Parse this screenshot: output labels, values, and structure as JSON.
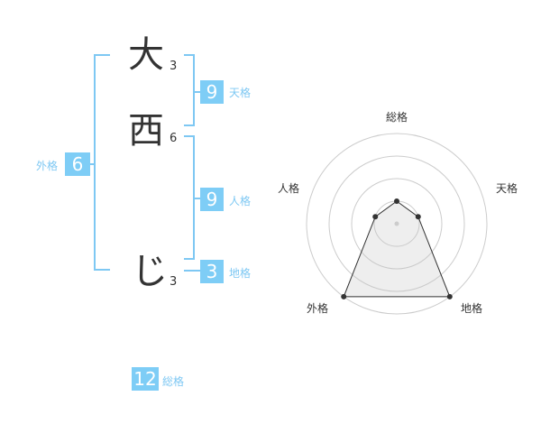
{
  "name": {
    "chars": [
      {
        "char": "大",
        "strokes": "3"
      },
      {
        "char": "西",
        "strokes": "6"
      },
      {
        "char": "じ",
        "strokes": "3"
      }
    ]
  },
  "kakaku": {
    "tenkaku": {
      "label": "天格",
      "value": "9"
    },
    "jinkaku": {
      "label": "人格",
      "value": "9"
    },
    "chikaku": {
      "label": "地格",
      "value": "3"
    },
    "gaikaku": {
      "label": "外格",
      "value": "6"
    },
    "soukaku": {
      "label": "総格",
      "value": "12"
    }
  },
  "colors": {
    "accent": "#7ecdf6",
    "text": "#333333"
  },
  "chart_data": {
    "type": "radar",
    "axes": [
      "総格",
      "天格",
      "地格",
      "外格",
      "人格"
    ],
    "rings": 4,
    "values": [
      1,
      1,
      4,
      4,
      1
    ],
    "max": 4
  }
}
